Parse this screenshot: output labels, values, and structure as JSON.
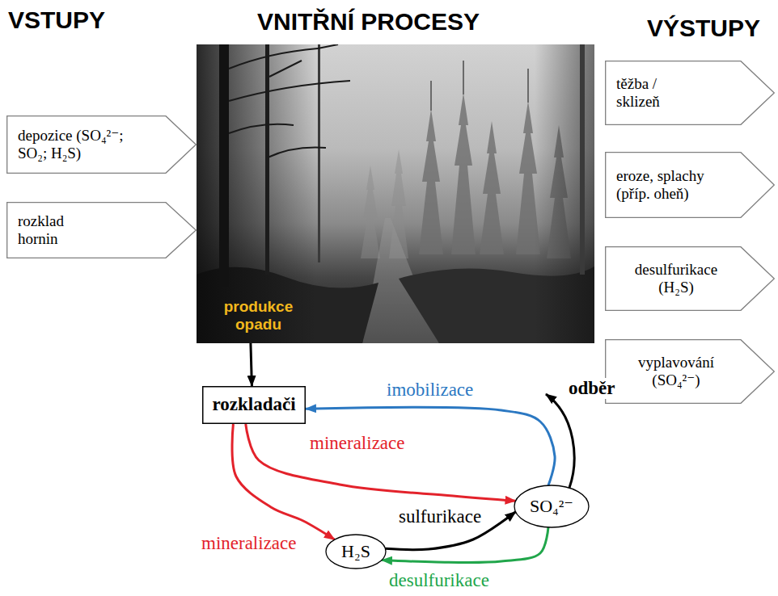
{
  "diagram": {
    "nodes": [
      {
        "text": [
          "depozice (SO₄²⁻; SO₂; H₂S)"
        ]
      },
      {
        "text": [
          "rozklad hornin"
        ]
      },
      {
        "text": [
          "produkce opadu"
        ]
      },
      {
        "text": [
          "těžba / sklizeň"
        ]
      },
      {
        "text": [
          "eroze, splachy (příp. oheň)"
        ]
      },
      {
        "text": [
          "desulfurikace (H₂S)"
        ]
      },
      {
        "text": [
          "vyplavování (SO₄²⁻)"
        ]
      },
      {
        "text": [
          "rozkladači"
        ]
      },
      {
        "text": [
          "SO₄²⁻"
        ]
      },
      {
        "text": [
          "H₂S"
        ]
      }
    ],
    "edges": [
      {
        "from": 2,
        "to": 7,
        "arrow": "to"
      },
      {
        "from": 8,
        "to": 7,
        "label": "imobilizace",
        "arrow": "to"
      },
      {
        "from": 7,
        "to": 8,
        "label": "mineralizace",
        "arrow": "to"
      },
      {
        "from": 7,
        "to": 9,
        "label": "mineralizace",
        "arrow": "to"
      },
      {
        "from": 9,
        "to": 8,
        "label": "sulfurikace",
        "arrow": "to"
      },
      {
        "from": 8,
        "to": 9,
        "label": "desulfurikace",
        "arrow": "to"
      }
    ],
    "labels": [
      "VSTUPY",
      "VNITŘNÍ PROCESY",
      "VÝSTUPY",
      "odběr"
    ]
  }
}
